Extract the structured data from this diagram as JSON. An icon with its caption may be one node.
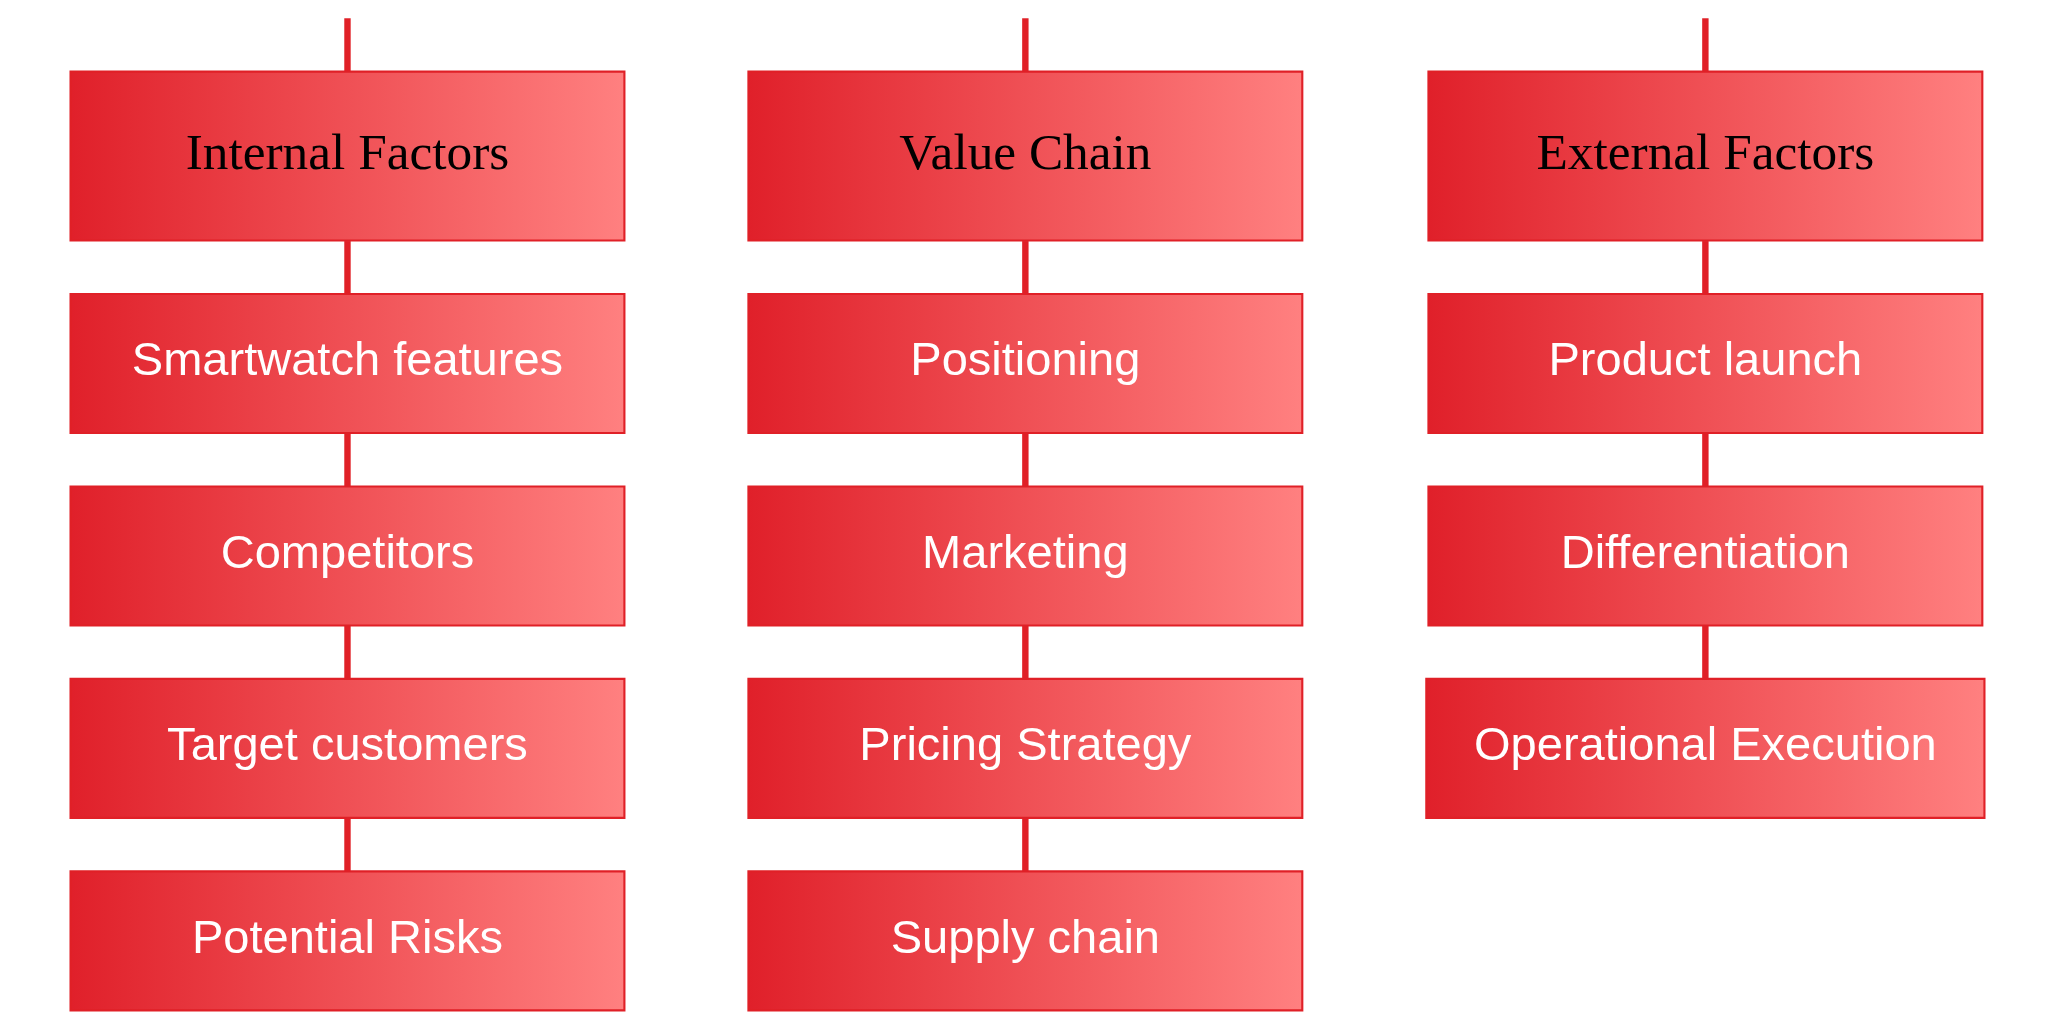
{
  "diagram": {
    "nodes": [
      {
        "text": [
          "Internal Factors"
        ]
      },
      {
        "text": [
          "Smartwatch features"
        ]
      },
      {
        "text": [
          "Competitors"
        ]
      },
      {
        "text": [
          "Target customers"
        ]
      },
      {
        "text": [
          "Potential Risks"
        ]
      },
      {
        "text": [
          "Value Chain"
        ]
      },
      {
        "text": [
          "Positioning"
        ]
      },
      {
        "text": [
          "Marketing"
        ]
      },
      {
        "text": [
          "Pricing Strategy"
        ]
      },
      {
        "text": [
          "Supply chain"
        ]
      },
      {
        "text": [
          "External Factors"
        ]
      },
      {
        "text": [
          "Product launch"
        ]
      },
      {
        "text": [
          "Differentiation"
        ]
      },
      {
        "text": [
          "Operational Execution"
        ]
      }
    ],
    "edges": [
      {
        "from": null,
        "to": 0,
        "arrow": "none"
      },
      {
        "from": null,
        "to": 5,
        "arrow": "none"
      },
      {
        "from": null,
        "to": 10,
        "arrow": "none"
      },
      {
        "from": 0,
        "to": 1,
        "arrow": "none"
      },
      {
        "from": 1,
        "to": 2,
        "arrow": "none"
      },
      {
        "from": 2,
        "to": 3,
        "arrow": "none"
      },
      {
        "from": 3,
        "to": 4,
        "arrow": "none"
      },
      {
        "from": 5,
        "to": 6,
        "arrow": "none"
      },
      {
        "from": 6,
        "to": 7,
        "arrow": "none"
      },
      {
        "from": 7,
        "to": 8,
        "arrow": "none"
      },
      {
        "from": 8,
        "to": 9,
        "arrow": "none"
      },
      {
        "from": 10,
        "to": 11,
        "arrow": "none"
      },
      {
        "from": 11,
        "to": 12,
        "arrow": "none"
      },
      {
        "from": 12,
        "to": 13,
        "arrow": "none"
      }
    ]
  }
}
